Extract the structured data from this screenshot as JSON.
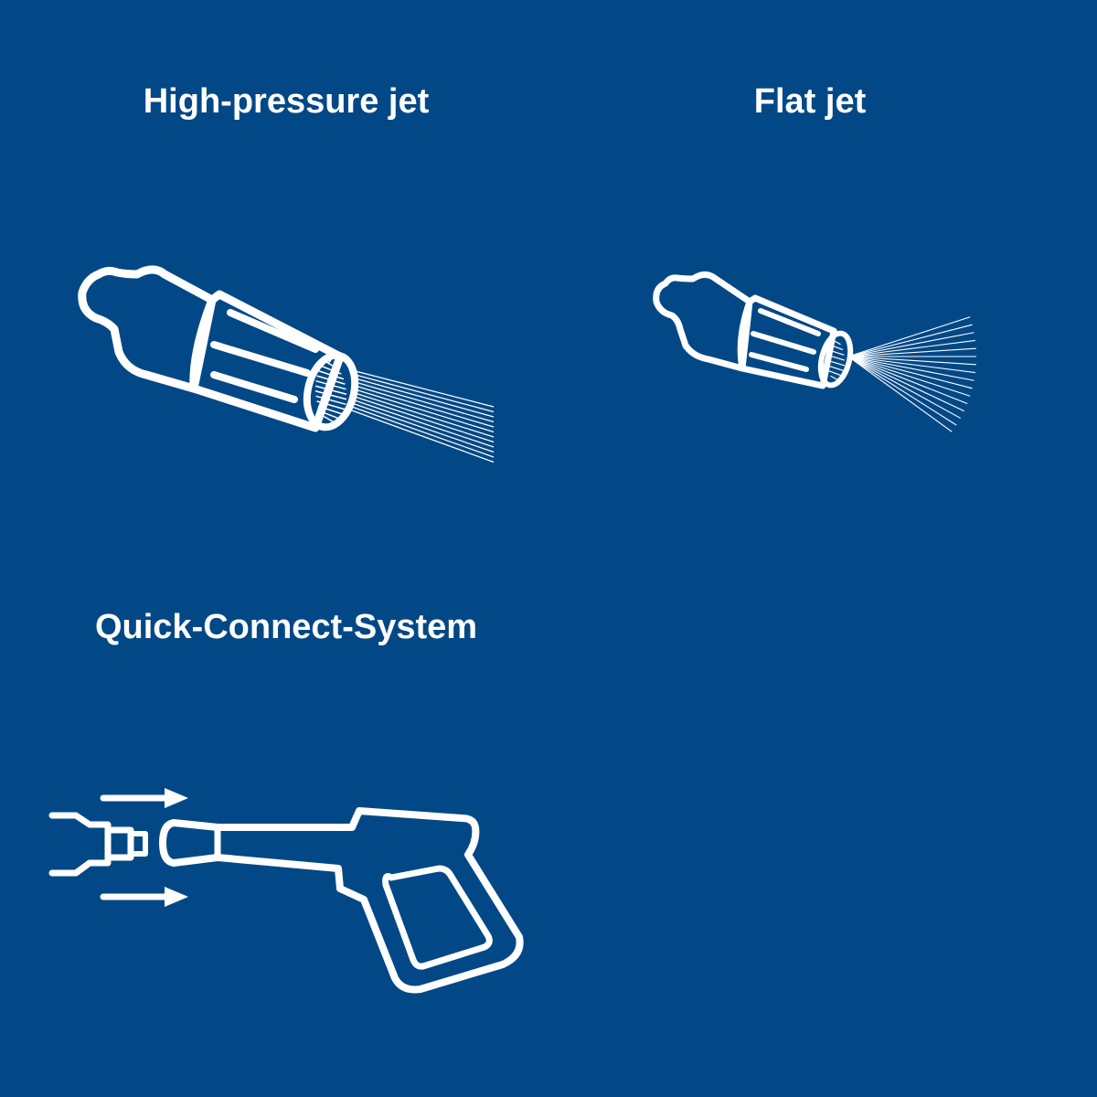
{
  "background_color": "#034886",
  "foreground_color": "#ffffff",
  "features": [
    {
      "label": "High-pressure jet",
      "icon": "high-pressure-nozzle-icon"
    },
    {
      "label": "Flat jet",
      "icon": "flat-jet-nozzle-icon"
    },
    {
      "label": "Quick-Connect-System",
      "icon": "quick-connect-spray-gun-icon"
    }
  ]
}
